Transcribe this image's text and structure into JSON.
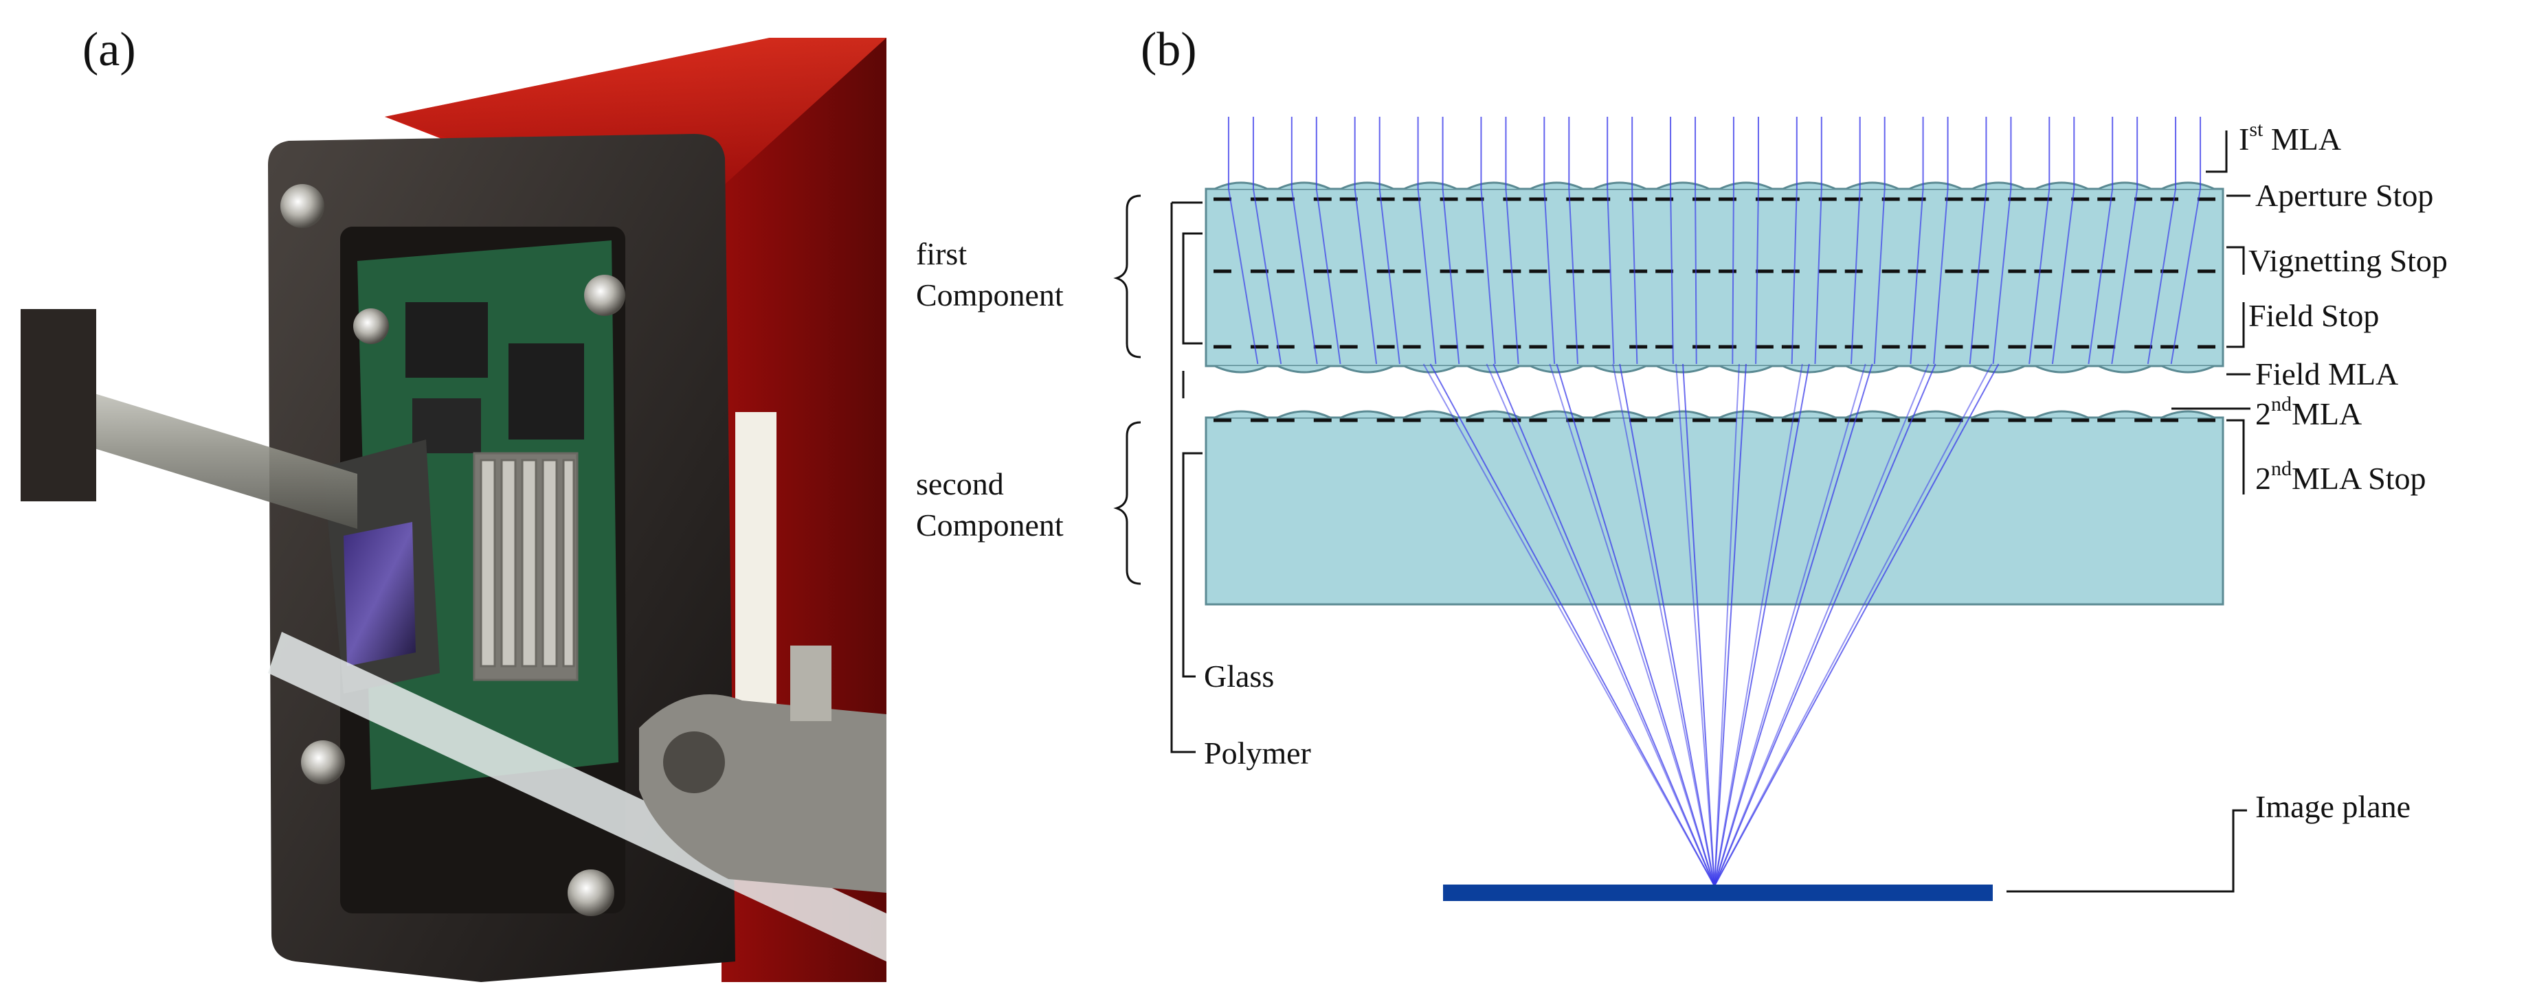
{
  "panel_a": {
    "label": "(a)"
  },
  "panel_b": {
    "label": "(b)",
    "callouts": {
      "first_mla": {
        "main": "I",
        "sup": "st",
        "rest": " MLA"
      },
      "aperture_stop": "Aperture Stop",
      "vignetting_stop": "Vignetting Stop",
      "field_stop": "Field Stop",
      "field_mla": "Field MLA",
      "second_mla": {
        "main": "2",
        "sup": "nd",
        "rest": "MLA"
      },
      "second_mla_stop": {
        "main": "2",
        "sup": "nd",
        "rest": "MLA Stop"
      },
      "image_plane": "Image plane"
    },
    "components": {
      "first_line1": "first",
      "first_line2": "Component",
      "second_line1": "second",
      "second_line2": "Component"
    },
    "materials": {
      "glass": "Glass",
      "polymer": "Polymer"
    }
  },
  "colors": {
    "glass_fill": "#a9d6dd",
    "glass_stroke": "#5b8a93",
    "ray": "#3b3bea",
    "image_plane": "#0b3f9c",
    "camera_red": "#b01010",
    "housing": "#2a2522",
    "pcb": "#1f7a4a"
  }
}
